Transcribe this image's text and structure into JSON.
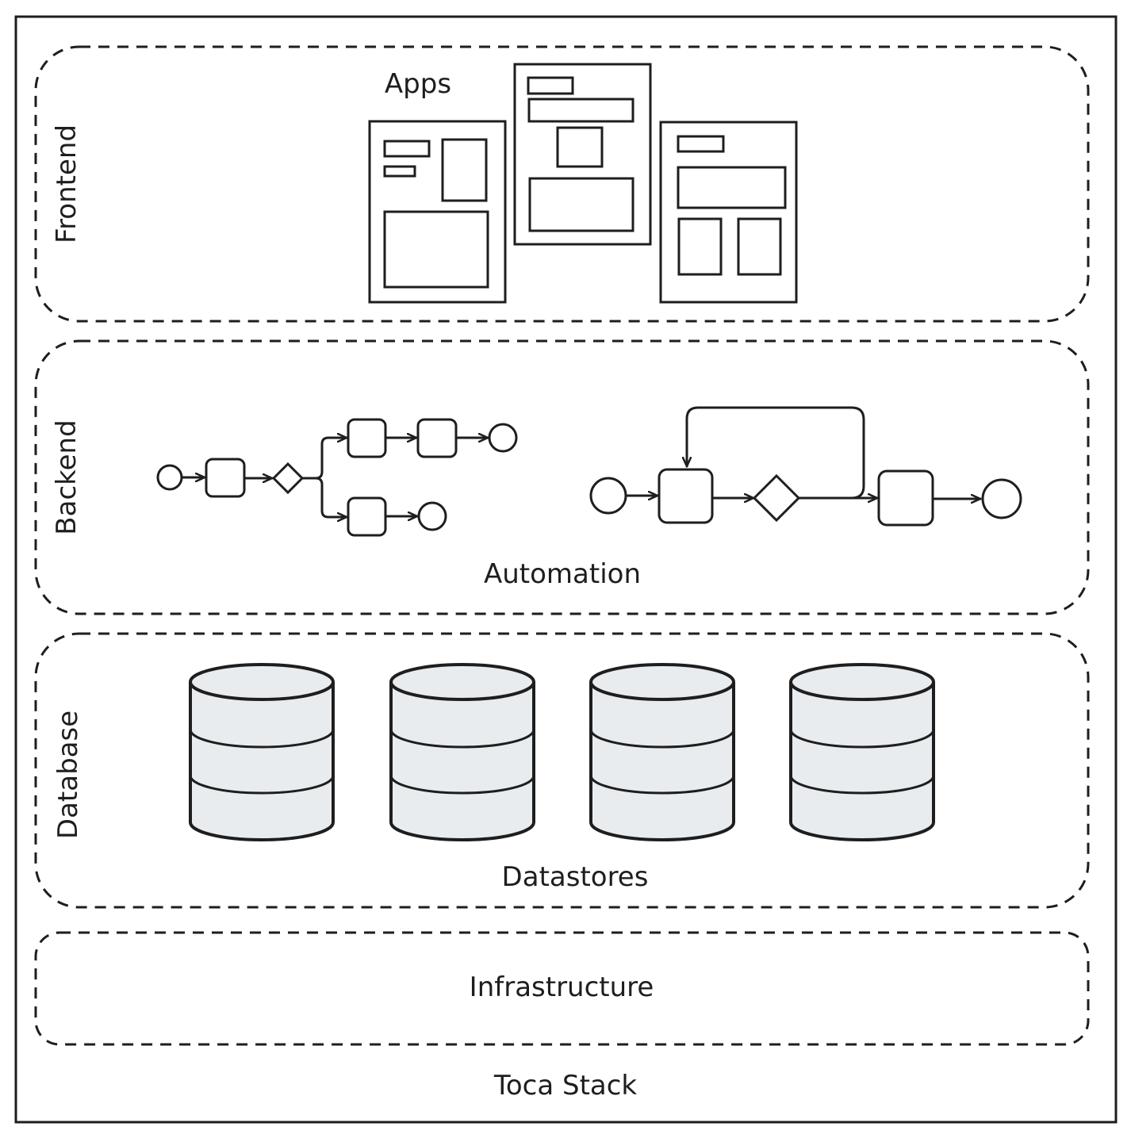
{
  "diagram": {
    "title": "Toca Stack",
    "layers": [
      {
        "id": "frontend",
        "side_label": "Frontend",
        "caption": "Apps",
        "color": "#f2d54c"
      },
      {
        "id": "backend",
        "side_label": "Backend",
        "caption": "Automation",
        "color": "#6ed889"
      },
      {
        "id": "database",
        "side_label": "Database",
        "caption": "Datastores",
        "color": "#74b8f0"
      },
      {
        "id": "infrastructure",
        "side_label": "",
        "caption": "Infrastructure",
        "color": "#f2a3a3"
      }
    ],
    "datastore_fill": "#e9ecef",
    "ink_color": "#1e1e1e"
  }
}
